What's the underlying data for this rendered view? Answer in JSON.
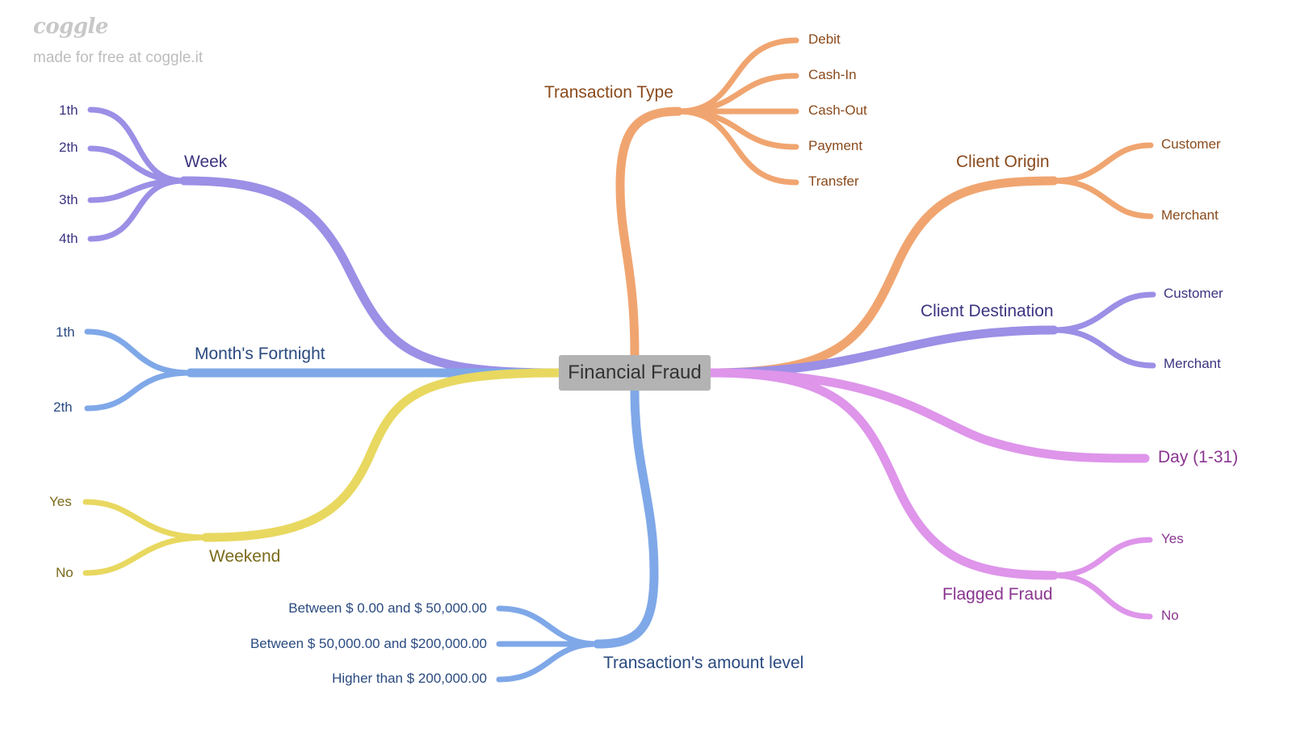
{
  "brand": {
    "logo": "coggle",
    "tagline": "made for free at coggle.it"
  },
  "center": {
    "label": "Financial Fraud"
  },
  "branches": {
    "transaction_type": {
      "label": "Transaction Type",
      "color": "#F0A570",
      "text_color": "#8A4A1C",
      "items": [
        "Debit",
        "Cash-In",
        "Cash-Out",
        "Payment",
        "Transfer"
      ]
    },
    "client_origin": {
      "label": "Client Origin",
      "color": "#F0A570",
      "text_color": "#8A4A1C",
      "items": [
        "Customer",
        "Merchant"
      ]
    },
    "client_destination": {
      "label": "Client Destination",
      "color": "#9B8FE6",
      "text_color": "#3B3480",
      "items": [
        "Customer",
        "Merchant"
      ]
    },
    "day": {
      "label": "Day (1-31)",
      "color": "#DE95EA",
      "text_color": "#8A3590"
    },
    "flagged_fraud": {
      "label": "Flagged Fraud",
      "color": "#DE95EA",
      "text_color": "#8A3590",
      "items": [
        "Yes",
        "No"
      ]
    },
    "week": {
      "label": "Week",
      "color": "#9B8FE6",
      "text_color": "#3B3480",
      "items": [
        "1th",
        "2th",
        "3th",
        "4th"
      ]
    },
    "fortnight": {
      "label": "Month's Fortnight",
      "color": "#7FA8E8",
      "text_color": "#2A4A80",
      "items": [
        "1th",
        "2th"
      ]
    },
    "weekend": {
      "label": "Weekend",
      "color": "#E8D860",
      "text_color": "#7A6A1A",
      "items": [
        "Yes",
        "No"
      ]
    },
    "amount_level": {
      "label": "Transaction's amount level",
      "color": "#7FA8E8",
      "text_color": "#2A4A80",
      "items": [
        "Between $ 0.00 and $ 50,000.00",
        "Between $ 50,000.00 and $200,000.00",
        "Higher than $ 200,000.00"
      ]
    }
  }
}
